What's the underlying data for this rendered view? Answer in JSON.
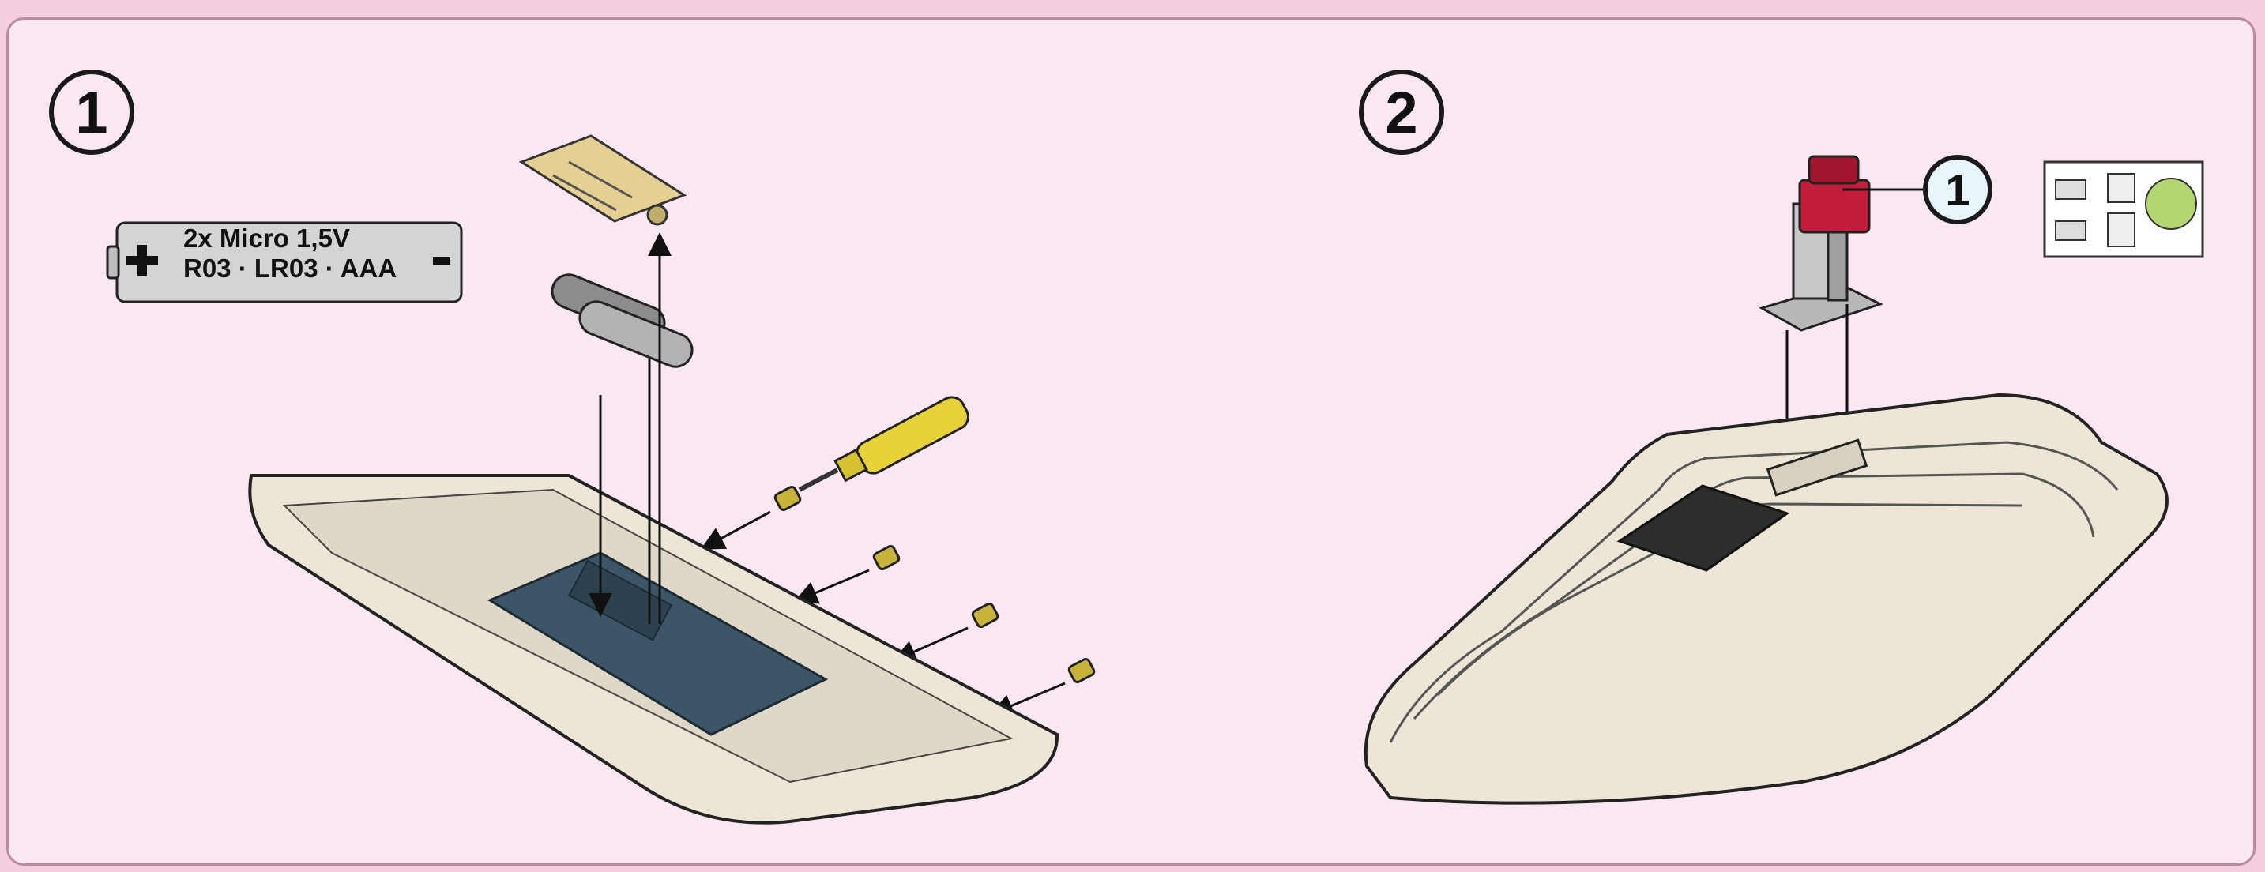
{
  "steps": [
    {
      "number": "1"
    },
    {
      "number": "2"
    }
  ],
  "battery": {
    "line1": "2x Micro 1,5V",
    "line2": "R03 · LR03 · AAA",
    "plus": "+",
    "minus": "-"
  },
  "callout": {
    "label": "1"
  },
  "colors": {
    "background": "#f3cfe1",
    "panel": "#fbe7f1",
    "base": "#ede6d6",
    "battery_bay": "#3c5668",
    "accent_yellow": "#e7d23a",
    "accent_red": "#c21d3b"
  },
  "icons": [
    "battery-icon",
    "screwdriver-icon",
    "screw-icon",
    "label-sticker-icon",
    "red-mailbox-icon",
    "decal-sheet-icon"
  ]
}
